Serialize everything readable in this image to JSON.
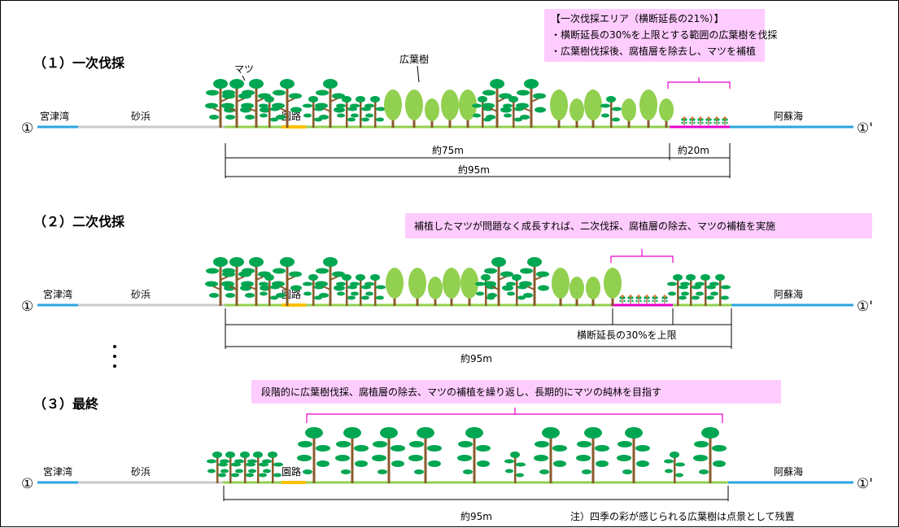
{
  "sections": [
    {
      "title": "（１）一次伐採",
      "labels": {
        "start_marker": "①",
        "end_marker": "①'",
        "bay": "宮津湾",
        "beach": "砂浜",
        "path": "園路",
        "sea": "阿蘇海",
        "pine": "マツ",
        "broadleaf": "広葉樹"
      },
      "note_lines": [
        "【一次伐採エリア（横断延長の21%）】",
        "・横断延長の30%を上限とする範囲の広葉樹を伐採",
        "・広葉樹伐採後、腐植層を除去し、マツを補植"
      ],
      "dims": [
        "約75m",
        "約20m",
        "約95m"
      ]
    },
    {
      "title": "（２）二次伐採",
      "labels": {
        "start_marker": "①",
        "end_marker": "①'",
        "bay": "宮津湾",
        "beach": "砂浜",
        "path": "園路",
        "sea": "阿蘇海"
      },
      "note_lines": [
        "補植したマツが問題なく成長すれば、二次伐採、腐植層の除去、マツの補植を実施"
      ],
      "dims": [
        "横断延長の30%を上限",
        "約95m"
      ]
    },
    {
      "title": "（３）最終",
      "labels": {
        "start_marker": "①",
        "end_marker": "①'",
        "bay": "宮津湾",
        "beach": "砂浜",
        "path": "園路",
        "sea": "阿蘇海"
      },
      "note_lines": [
        "段階的に広葉樹伐採、腐植層の除去、マツの補植を繰り返し、長期的にマツの純林を目指す"
      ],
      "dims": [
        "約95m"
      ],
      "footnote": "注）四季の彩が感じられる広葉樹は点景として残置"
    }
  ],
  "colors": {
    "sea": "#2aa6df",
    "sand": "#c8c8c8",
    "forest_floor": "#92d050",
    "path": "#ffc000",
    "cut_area": "#e600cc",
    "note_bg": "#ffccff",
    "pine_canopy": "#00a651",
    "pine_trunk": "#8b5a2b",
    "broadleaf": "#92d050",
    "seedling": "#e07020"
  }
}
